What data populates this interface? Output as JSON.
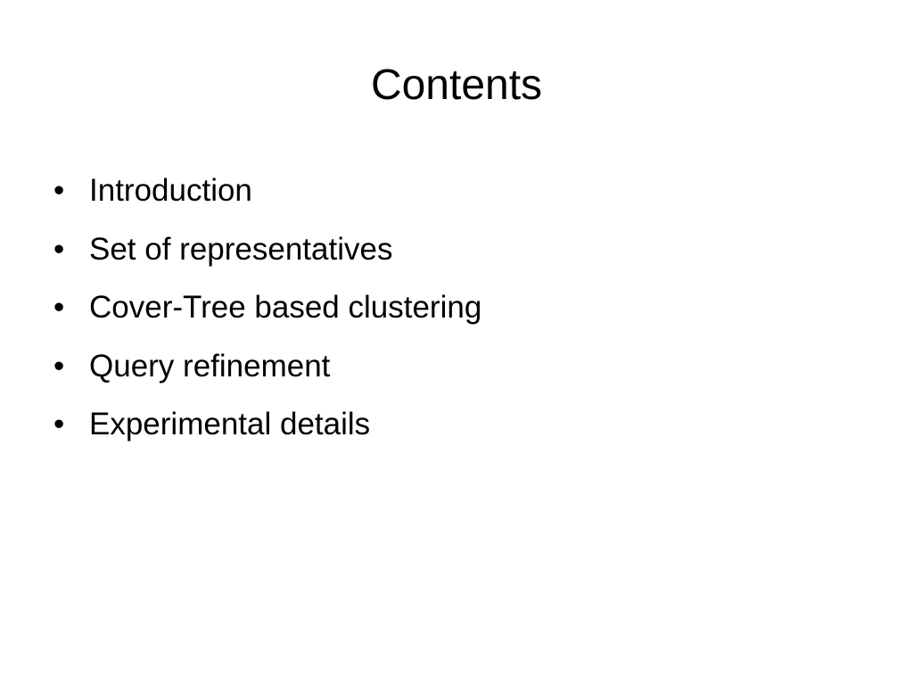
{
  "slide": {
    "title": "Contents",
    "bullet_glyph": "•",
    "items": [
      {
        "label": "Introduction"
      },
      {
        "label": "Set of representatives"
      },
      {
        "label": "Cover-Tree based clustering"
      },
      {
        "label": "Query refinement"
      },
      {
        "label": "Experimental details"
      }
    ]
  }
}
